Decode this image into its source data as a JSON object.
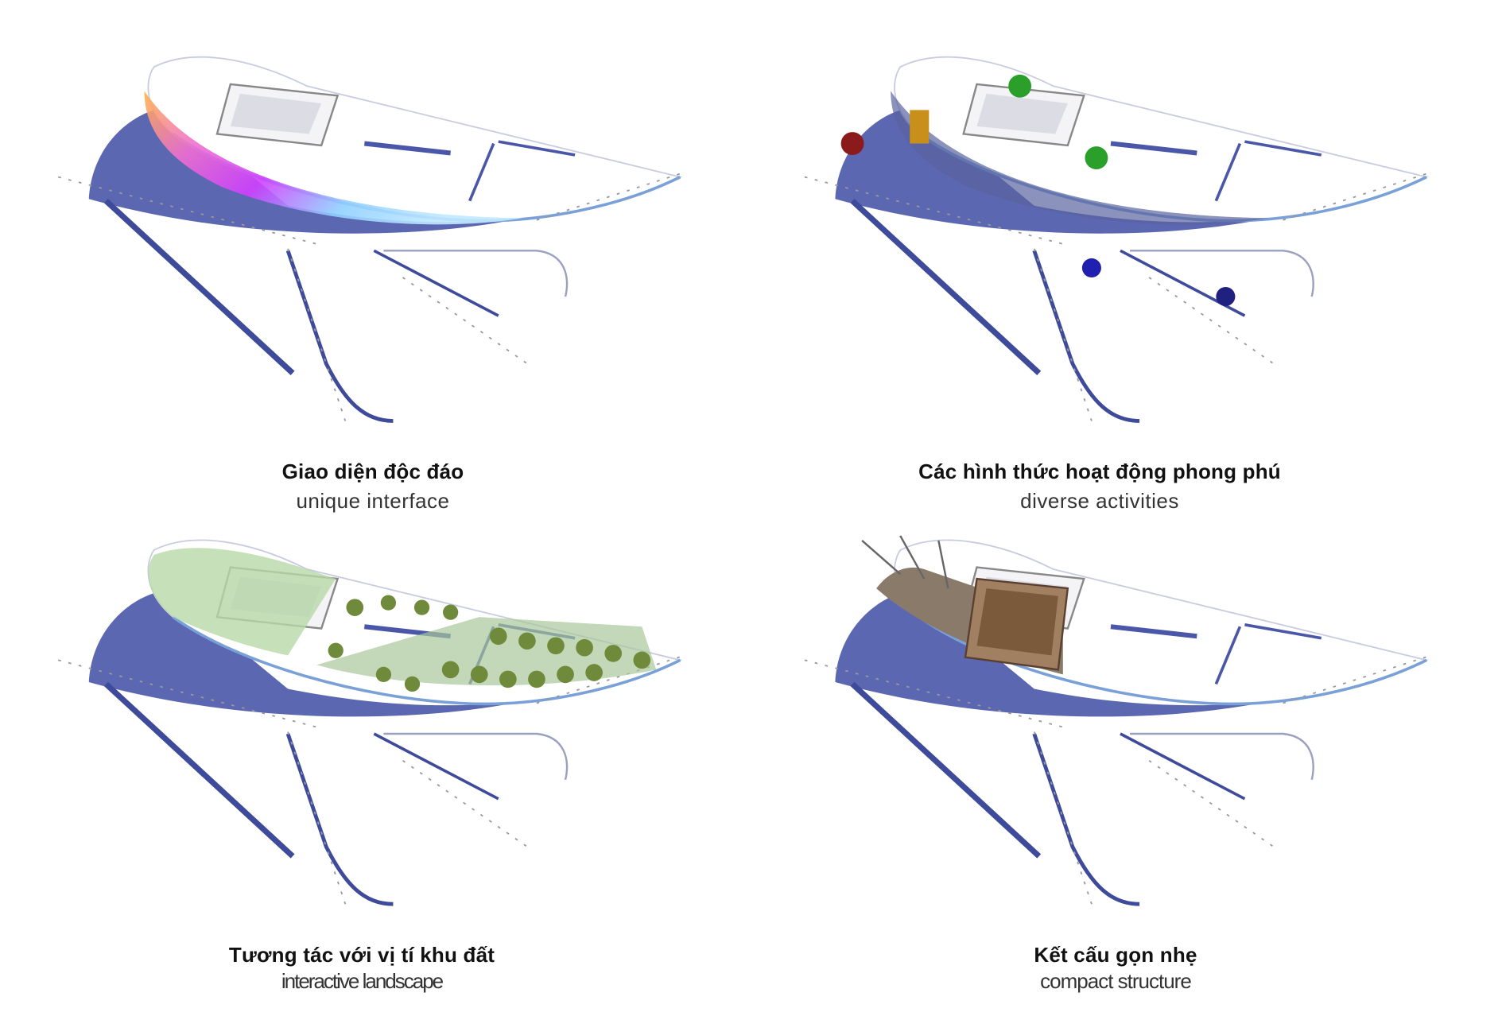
{
  "panels": [
    {
      "title_vi": "Giao diện độc đáo",
      "title_en": "unique interface"
    },
    {
      "title_vi": "Các hình thức hoạt động phong phú",
      "title_en": "diverse activities"
    },
    {
      "title_vi": "Tương tác với vị tí khu đất",
      "title_en": "interactive landscape"
    },
    {
      "title_vi": "Kết cấu gọn nhẹ",
      "title_en": "compact structure"
    }
  ],
  "colors": {
    "shadow": "#4a56a8",
    "accent_pink": "#e040e0",
    "tree": "#6f8a3a",
    "structure": "#8a6d4a"
  }
}
